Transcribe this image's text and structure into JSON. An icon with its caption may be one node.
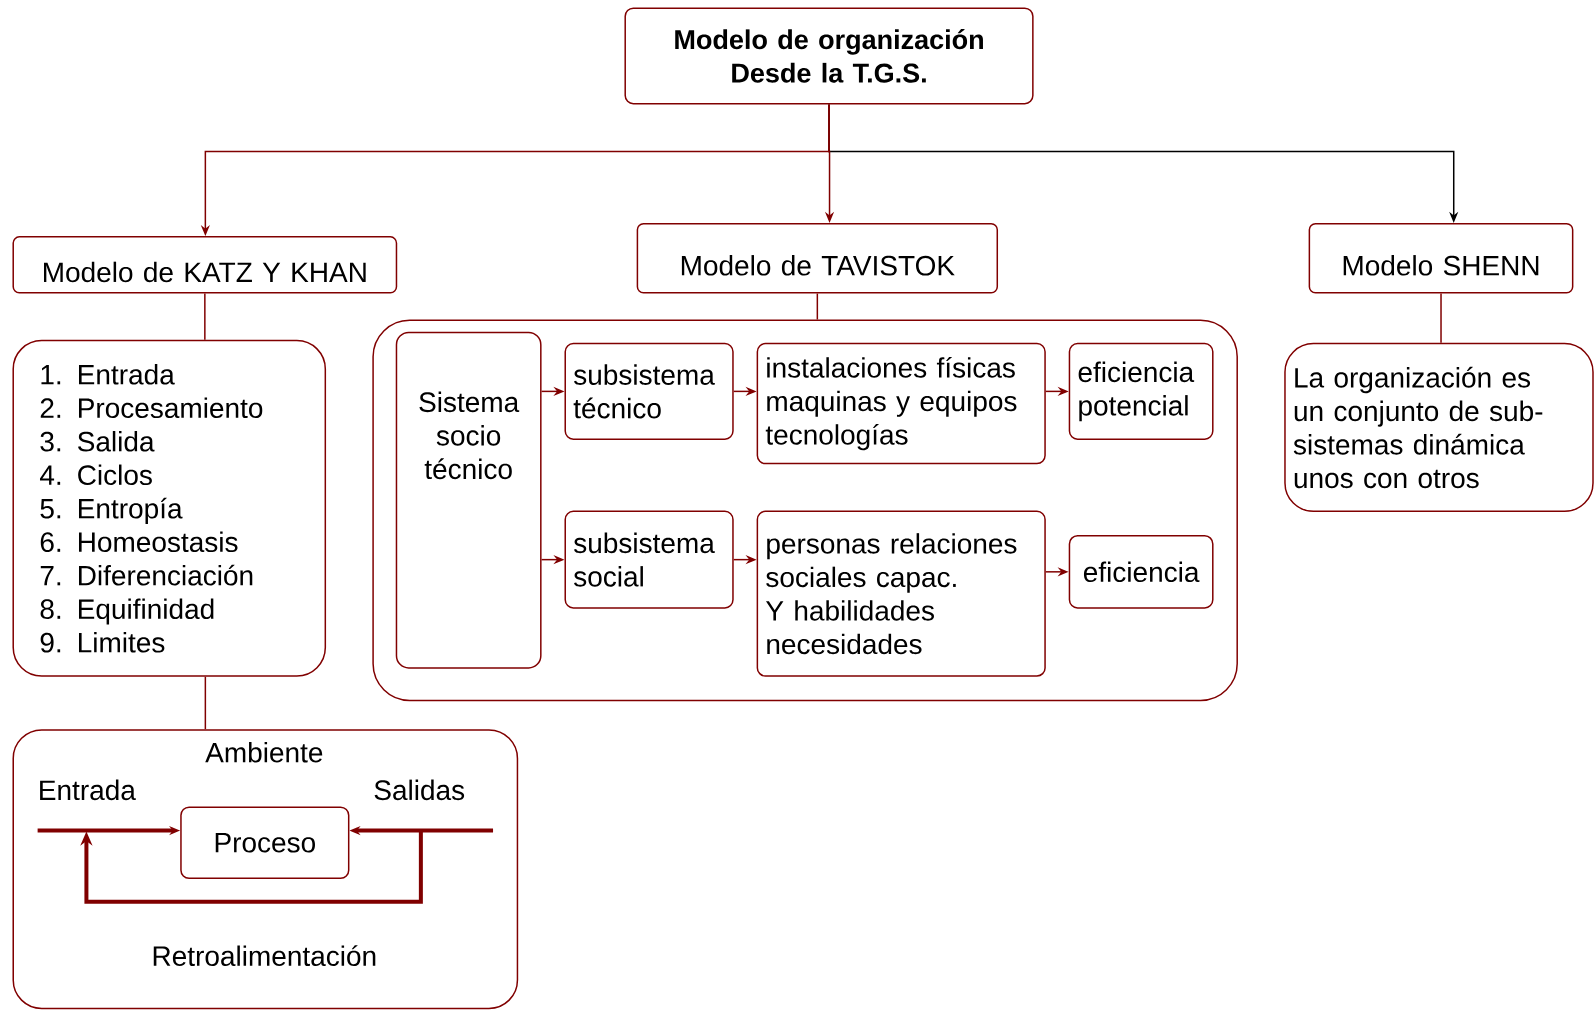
{
  "diagram": {
    "nodes": [
      {
        "text": [
          "Modelo de organización Desde la T.G.S."
        ]
      },
      {
        "text": [
          "Modelo de KATZ Y KHAN"
        ]
      },
      {
        "text": [
          "Modelo de TAVISTOK"
        ]
      },
      {
        "text": [
          "Modelo SHENN"
        ]
      },
      {
        "text": [
          "1. Entrada",
          "2. Procesamiento",
          "3. Salida",
          "4. Ciclos",
          "5. Entropía",
          "6. Homeostasis",
          "7. Diferenciación",
          "8. Equifinidad",
          "9. Limites"
        ]
      },
      {
        "text": [],
        "shape": "box"
      },
      {
        "text": [
          "Sistema socio técnico"
        ],
        "in": 5
      },
      {
        "text": [
          "subsistema técnico"
        ],
        "in": 5
      },
      {
        "text": [
          "instalaciones físicas maquinas y equipos tecnologías"
        ],
        "in": 5
      },
      {
        "text": [
          "eficiencia potencial"
        ],
        "in": 5
      },
      {
        "text": [
          "subsistema social"
        ],
        "in": 5
      },
      {
        "text": [
          "personas relaciones sociales capac. Y habilidades necesidades"
        ],
        "in": 5
      },
      {
        "text": [
          "eficiencia"
        ],
        "in": 5
      },
      {
        "text": [
          "La organización es un conjunto de sub-sistemas dinámica unos con otros"
        ]
      },
      {
        "text": [
          "Ambiente",
          "Entrada",
          "Salidas",
          "Retroalimentación"
        ]
      },
      {
        "text": [
          "Proceso"
        ],
        "in": 14
      }
    ],
    "edges": [
      {
        "from": 0,
        "to": 1,
        "arrow": "to"
      },
      {
        "from": 0,
        "to": 2,
        "arrow": "to"
      },
      {
        "from": 0,
        "to": 3,
        "arrow": "to",
        "color": "#000000"
      },
      {
        "from": 1,
        "to": 4,
        "arrow": "none"
      },
      {
        "from": 2,
        "to": 5,
        "arrow": "none"
      },
      {
        "from": 3,
        "to": 13,
        "arrow": "none"
      },
      {
        "from": 4,
        "to": 14,
        "arrow": "none"
      },
      {
        "from": 6,
        "to": 7,
        "arrow": "to"
      },
      {
        "from": 6,
        "to": 10,
        "arrow": "to"
      },
      {
        "from": 7,
        "to": 8,
        "arrow": "to"
      },
      {
        "from": 8,
        "to": 9,
        "arrow": "to"
      },
      {
        "from": 10,
        "to": 11,
        "arrow": "to"
      },
      {
        "from": 11,
        "to": 12,
        "arrow": "to"
      },
      {
        "from": null,
        "to": 15,
        "arrow": "to",
        "style": "thick"
      },
      {
        "from": null,
        "to": 15,
        "arrow": "to",
        "style": "thick"
      }
    ]
  }
}
